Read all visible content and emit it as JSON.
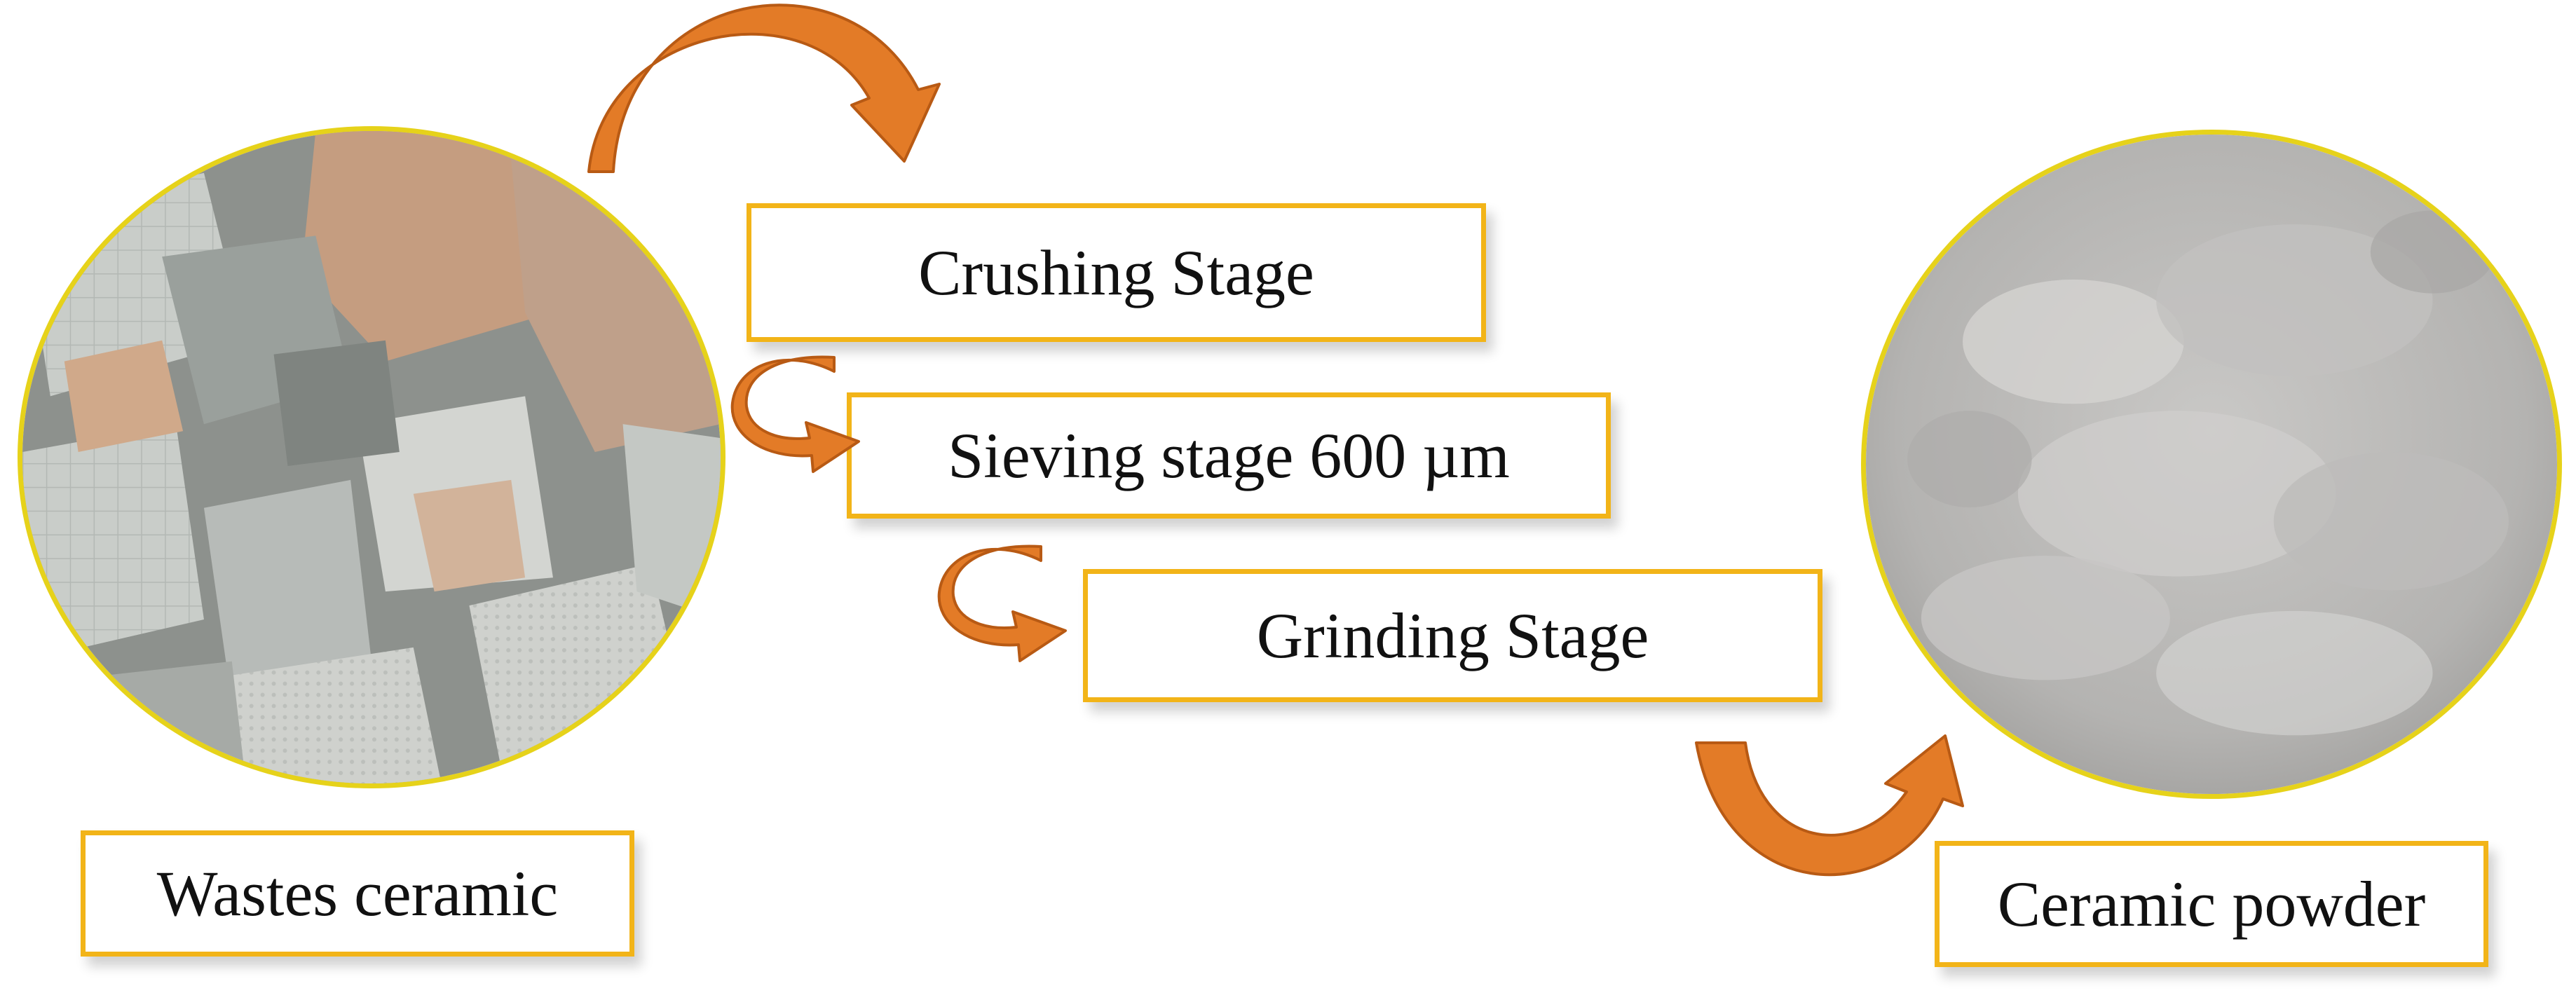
{
  "diagram": {
    "source_label": "Wastes ceramic",
    "result_label": "Ceramic powder",
    "stages": [
      {
        "label": "Crushing Stage"
      },
      {
        "label": "Sieving stage 600 µm"
      },
      {
        "label": "Grinding Stage"
      }
    ]
  },
  "colors": {
    "box_border": "#f2b418",
    "arrow": "#e37b27",
    "photo_rim": "#e6d21a"
  }
}
